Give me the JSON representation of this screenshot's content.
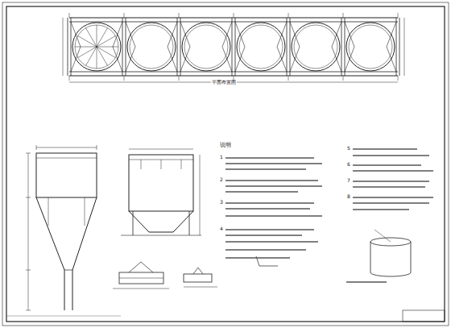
{
  "diagram": {
    "labels": [
      "平面布置图",
      "说明",
      "1",
      "2",
      "3",
      "4",
      "5",
      "6",
      "7",
      "8"
    ]
  }
}
